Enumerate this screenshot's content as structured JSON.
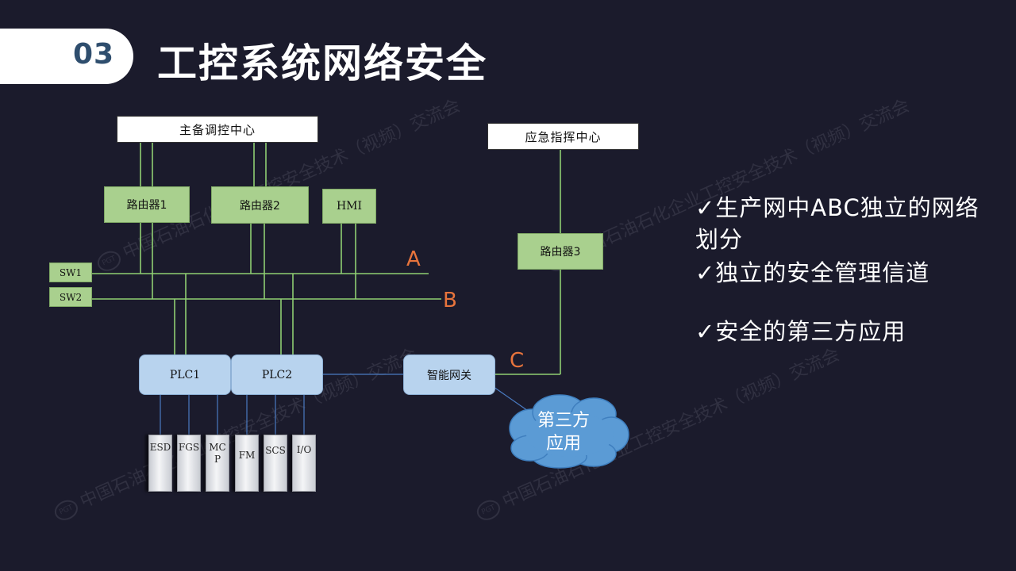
{
  "header": {
    "number": "03",
    "title": "工控系统网络安全"
  },
  "watermark": {
    "text": "中国石油石化企业工控安全技术（视频）交流会",
    "logo": "PGT"
  },
  "diagram": {
    "centers": {
      "main": "主备调控中心",
      "emergency": "应急指挥中心"
    },
    "routers": {
      "r1": "路由器1",
      "r2": "路由器2",
      "r3": "路由器3"
    },
    "hmi": "HMI",
    "switches": {
      "sw1": "SW1",
      "sw2": "SW2"
    },
    "plc": {
      "plc1": "PLC1",
      "plc2": "PLC2"
    },
    "gateway": "智能网关",
    "cloud": {
      "line1": "第三方",
      "line2": "应用"
    },
    "network_labels": {
      "a": "A",
      "b": "B",
      "c": "C"
    },
    "io_cards": [
      "ESD",
      "FGS",
      "MCP",
      "FM",
      "SCS",
      "I/O"
    ]
  },
  "bullets": [
    "✓生产网中ABC独立的网络划分",
    "✓独立的安全管理信道",
    "✓安全的第三方应用"
  ],
  "colors": {
    "background": "#1b1b2c",
    "line": "#8fcf72",
    "green_box": "#a9d08e",
    "blue_box": "#b8d3ee",
    "label_orange": "#e8743c",
    "cloud": "#5b9bd5"
  }
}
